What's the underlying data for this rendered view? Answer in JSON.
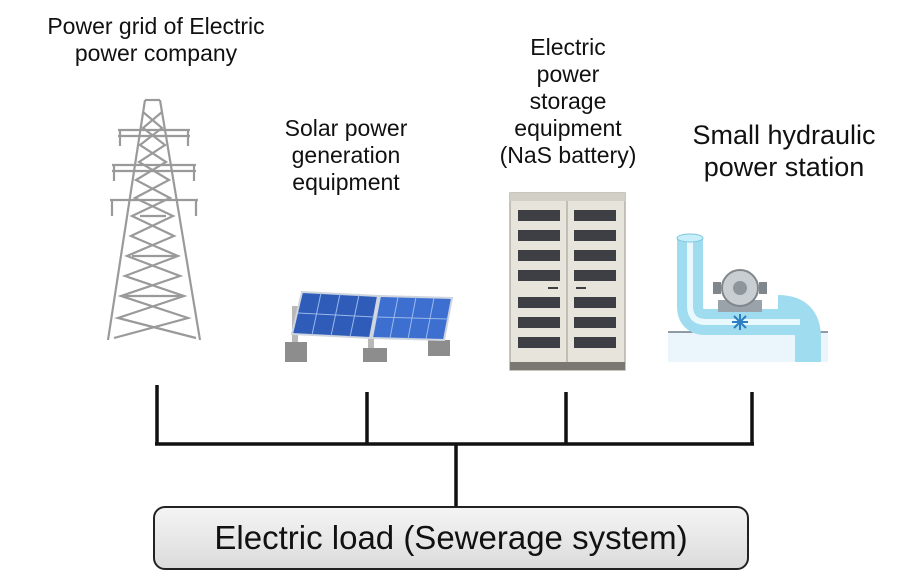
{
  "sources": [
    {
      "id": "grid",
      "label_lines": [
        "Power grid of Electric",
        "power company"
      ],
      "icon": "transmission-tower-icon"
    },
    {
      "id": "solar",
      "label_lines": [
        "Solar power",
        "generation",
        "equipment"
      ],
      "icon": "solar-panel-icon"
    },
    {
      "id": "storage",
      "label_lines": [
        "Electric",
        "power",
        "storage",
        "equipment",
        "(NaS battery)"
      ],
      "icon": "battery-cabinet-icon"
    },
    {
      "id": "hydro",
      "label_lines": [
        "Small hydraulic",
        "power station"
      ],
      "icon": "hydraulic-turbine-icon"
    }
  ],
  "load": {
    "label": "Electric load (Sewerage system)"
  },
  "colors": {
    "line": "#111111",
    "tower": "#9a9a9a",
    "panel": "#3d6fd1",
    "cabinet": "#e7e4dc",
    "pipe": "#9fdcef"
  }
}
